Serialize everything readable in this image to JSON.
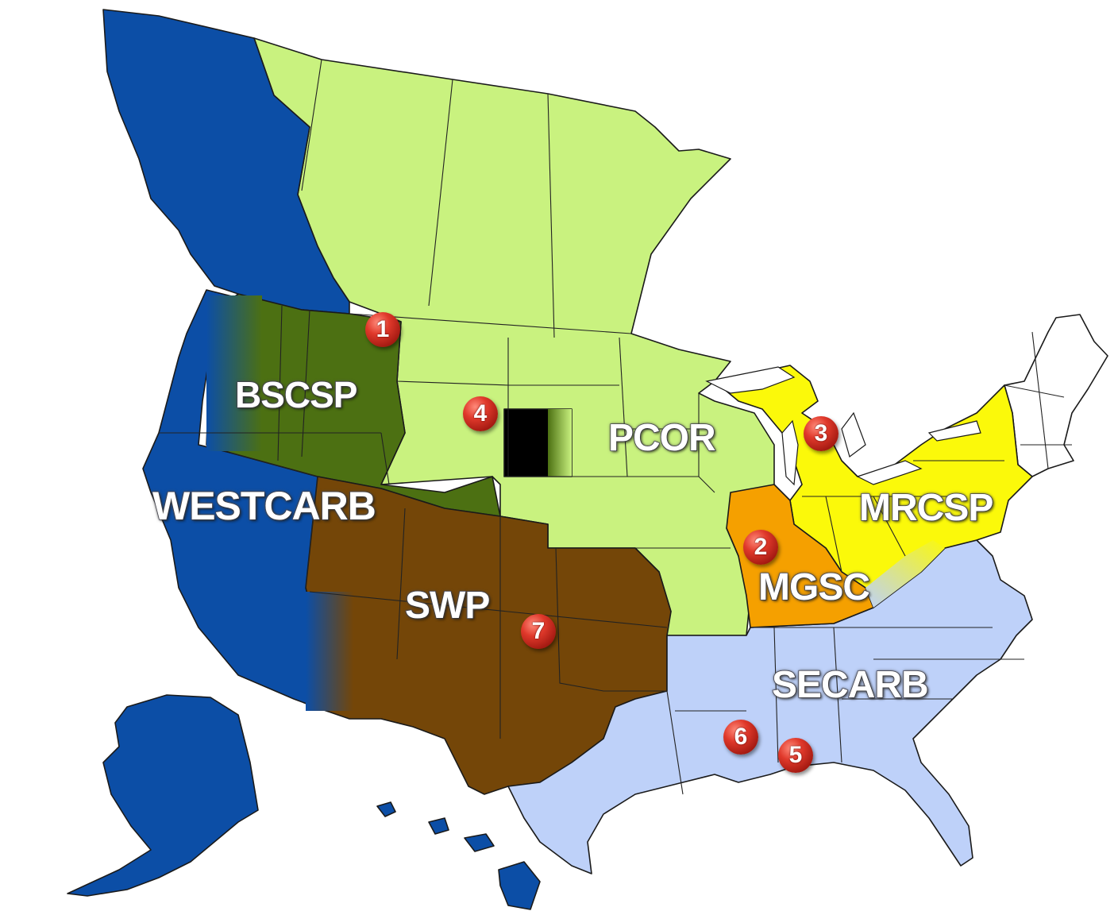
{
  "regions": [
    {
      "id": "westcarb",
      "label": "WESTCARB",
      "color": "#0c4ea6"
    },
    {
      "id": "bscsp",
      "label": "BSCSP",
      "color": "#4c7012"
    },
    {
      "id": "pcor",
      "label": "PCOR",
      "color": "#c9f27f"
    },
    {
      "id": "swp",
      "label": "SWP",
      "color": "#744608"
    },
    {
      "id": "mgsc",
      "label": "MGSC",
      "color": "#f5a000"
    },
    {
      "id": "mrcsp",
      "label": "MRCSP",
      "color": "#fbf90a"
    },
    {
      "id": "secarb",
      "label": "SECARB",
      "color": "#bed1f9"
    }
  ],
  "markers": [
    "1",
    "2",
    "3",
    "4",
    "5",
    "6",
    "7"
  ],
  "colors": {
    "unassigned": "#ffffff",
    "border": "#1a1a1a",
    "marker": "#d9342a"
  }
}
